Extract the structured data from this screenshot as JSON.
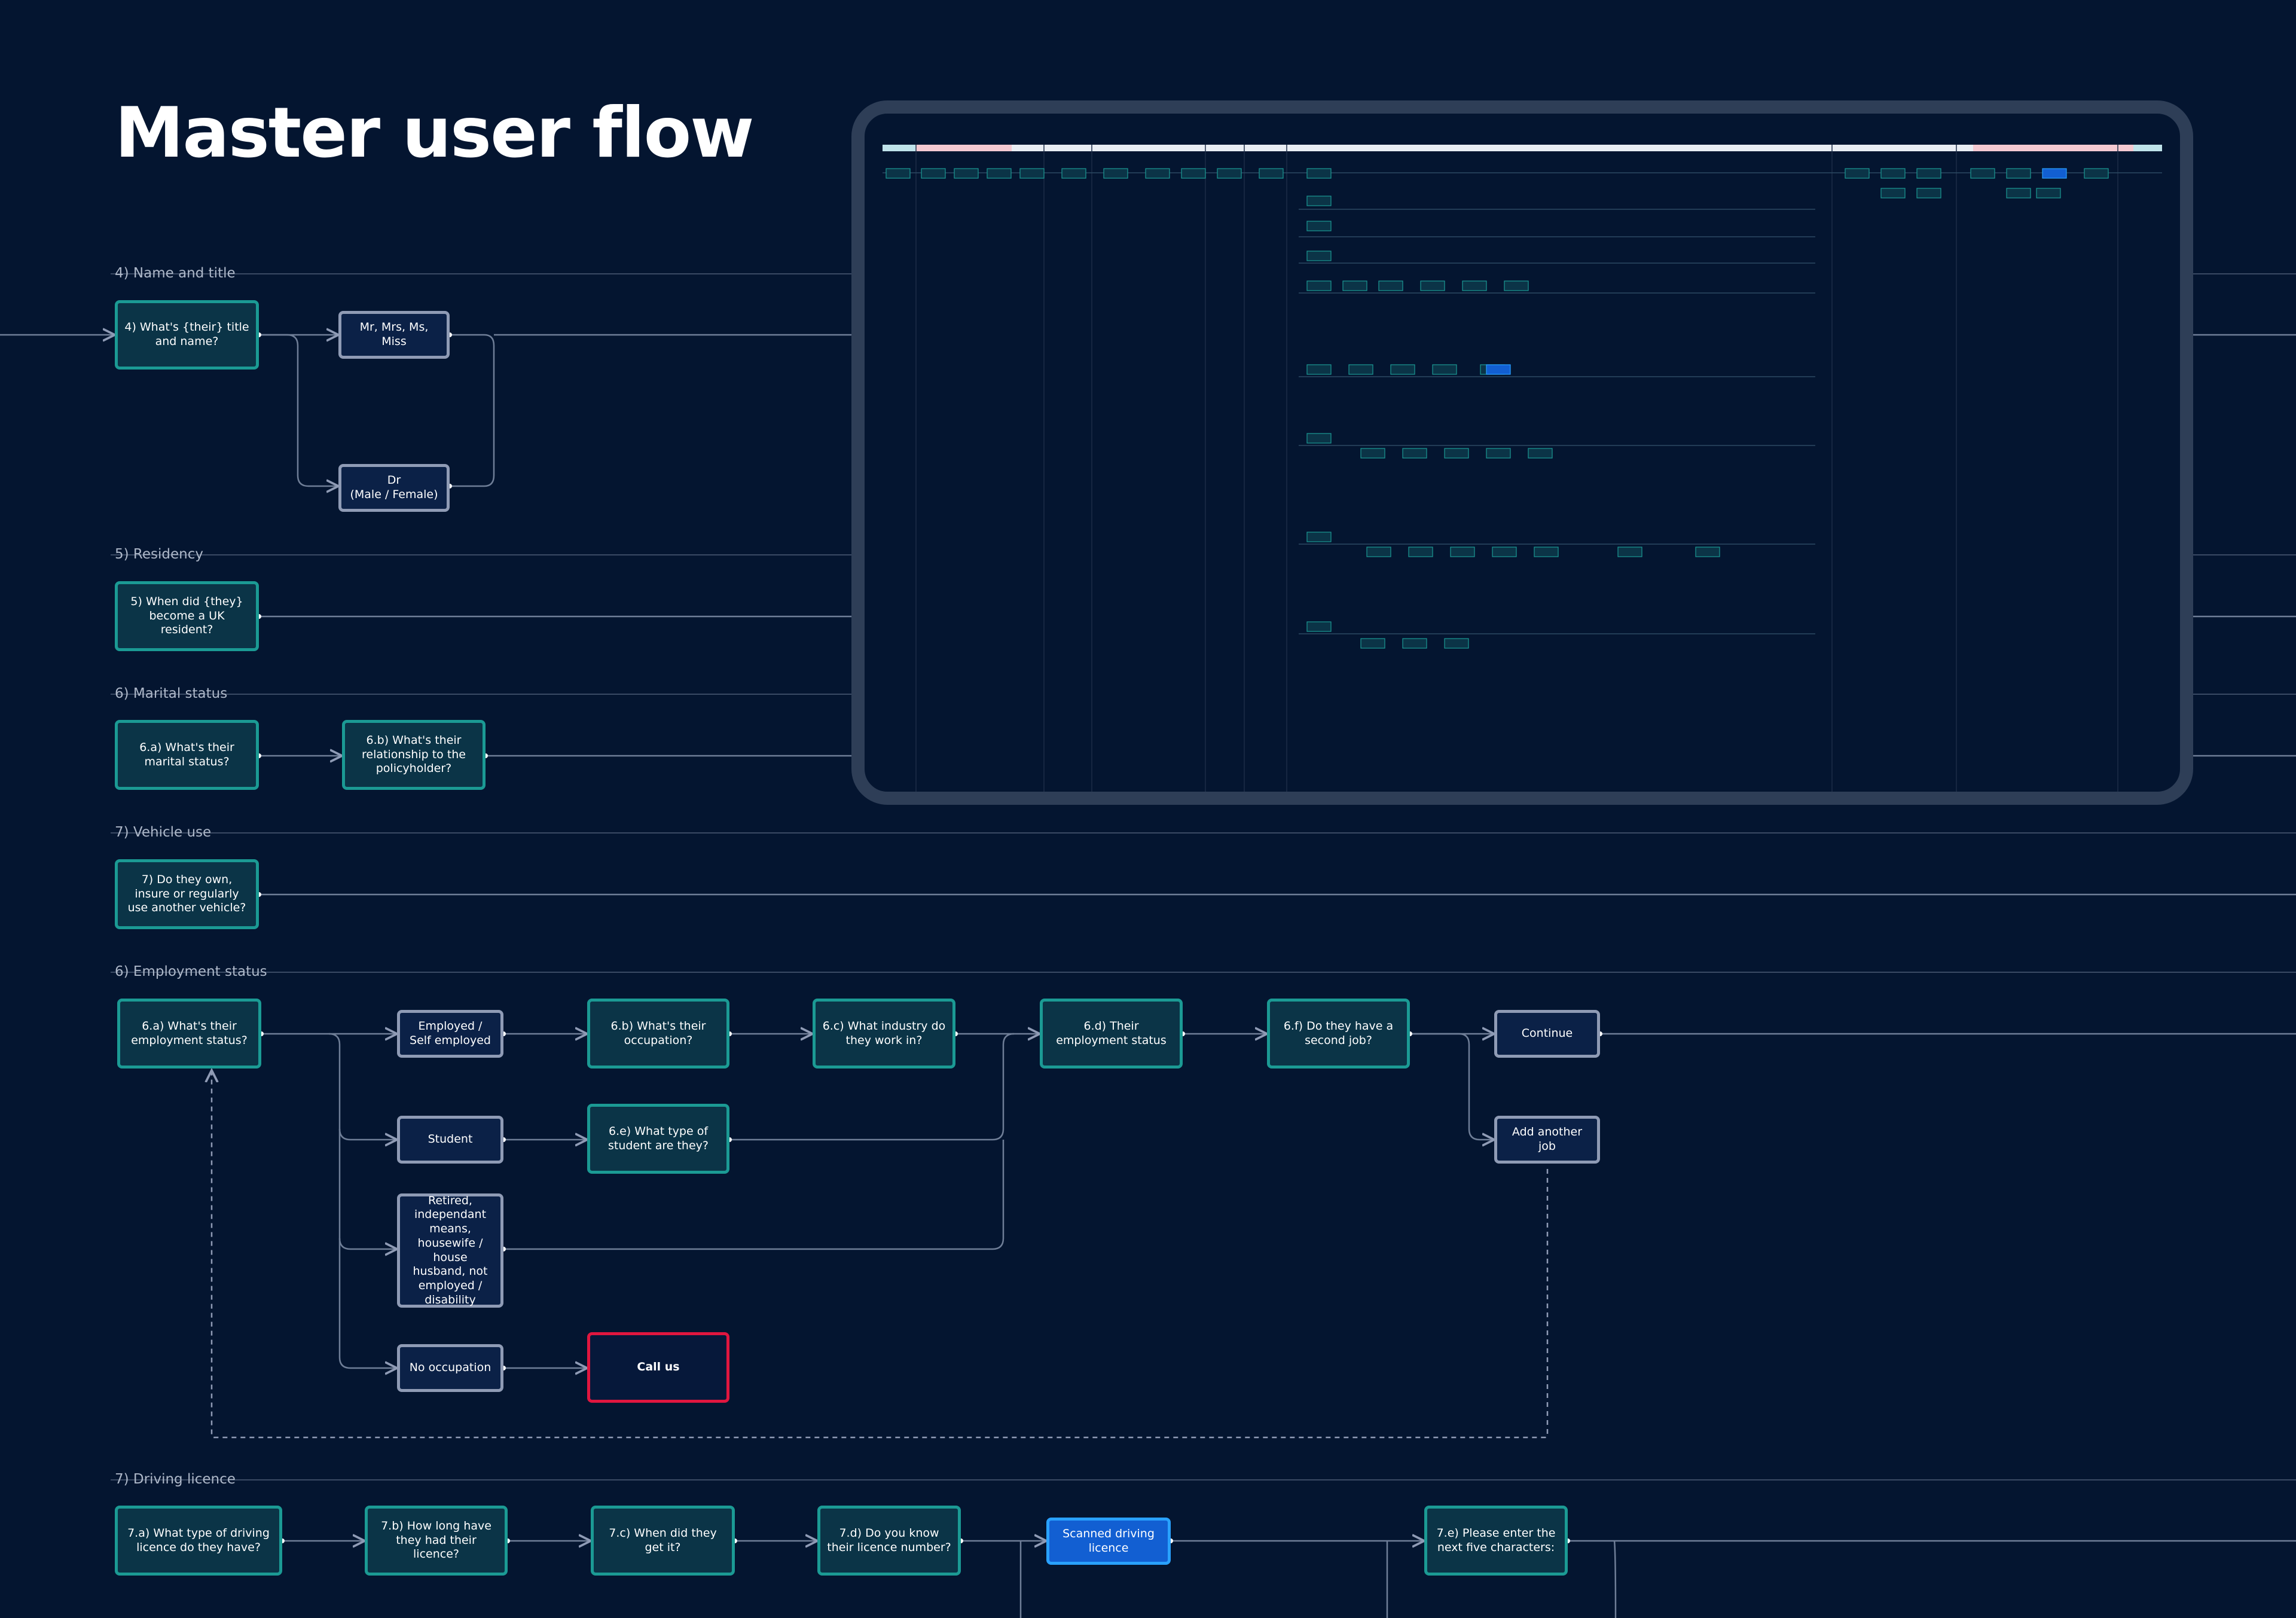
{
  "title": "Master user flow",
  "sections": {
    "name_title": "4) Name and title",
    "residency": "5) Residency",
    "marital": "6) Marital status",
    "vehicle": "7) Vehicle use",
    "employment": "6) Employment status",
    "driving": "7) Driving licence"
  },
  "nodes": {
    "q4": "4)  What's {their} title and name?",
    "mr": "Mr, Mrs, Ms, Miss",
    "dr": "Dr\n(Male / Female)",
    "q5": "5)  When did {they} become a UK resident?",
    "q6a_marital": "6.a)  What's their marital status?",
    "q6b_marital": "6.b)  What's their relationship to the policyholder?",
    "q7_vehicle": "7)  Do they own, insure or regularly use another vehicle?",
    "q6a_emp": "6.a)  What's their employment status?",
    "employed": "Employed / Self employed",
    "q6b_emp": "6.b)  What's their occupation?",
    "q6c_emp": "6.c)  What industry do they work in?",
    "q6d_emp": "6.d)  Their employment status",
    "q6f_emp": "6.f)  Do they have a second job?",
    "continue": "Continue",
    "add_job": "Add another job",
    "student": "Student",
    "q6e_emp": "6.e)  What type of student are they?",
    "retired": "Retired, independant means, housewife / house husband, not employed / disability",
    "no_occupation": "No occupation",
    "call_us": "Call us",
    "q7a": "7.a)  What type of driving licence do they have?",
    "q7b": "7.b)  How long have they had their licence?",
    "q7c": "7.c)  When did they get it?",
    "q7d": "7.d)  Do you know their licence number?",
    "scanned": "Scanned driving licence",
    "q7e": "7.e)  Please enter the next five characters:"
  },
  "colors": {
    "background": "#041530",
    "question_border": "#1b9a94",
    "option_border": "#8f9bb5",
    "danger_border": "#e0163f",
    "highlight": "#125fd2",
    "line": "#6f7e97"
  }
}
